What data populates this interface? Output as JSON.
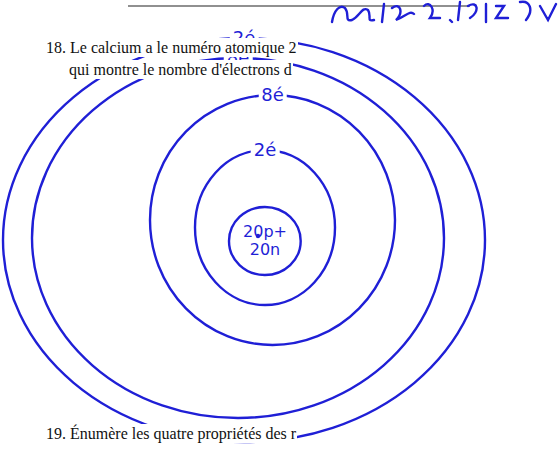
{
  "diagram": {
    "nodes": [
      {
        "text": [
          "2é"
        ]
      },
      {
        "text": [
          "8é"
        ],
        "in": 0
      },
      {
        "text": [
          "8é"
        ],
        "in": 1
      },
      {
        "text": [
          "2é"
        ],
        "in": 2
      },
      {
        "text": [
          "20p+",
          "20n"
        ],
        "in": 3
      }
    ],
    "labels": [
      "18. Le calcium a le numéro atomique 2",
      "qui montre le nombre d'électrons d",
      "19. Énumère les quatre propriétés des r"
    ]
  }
}
